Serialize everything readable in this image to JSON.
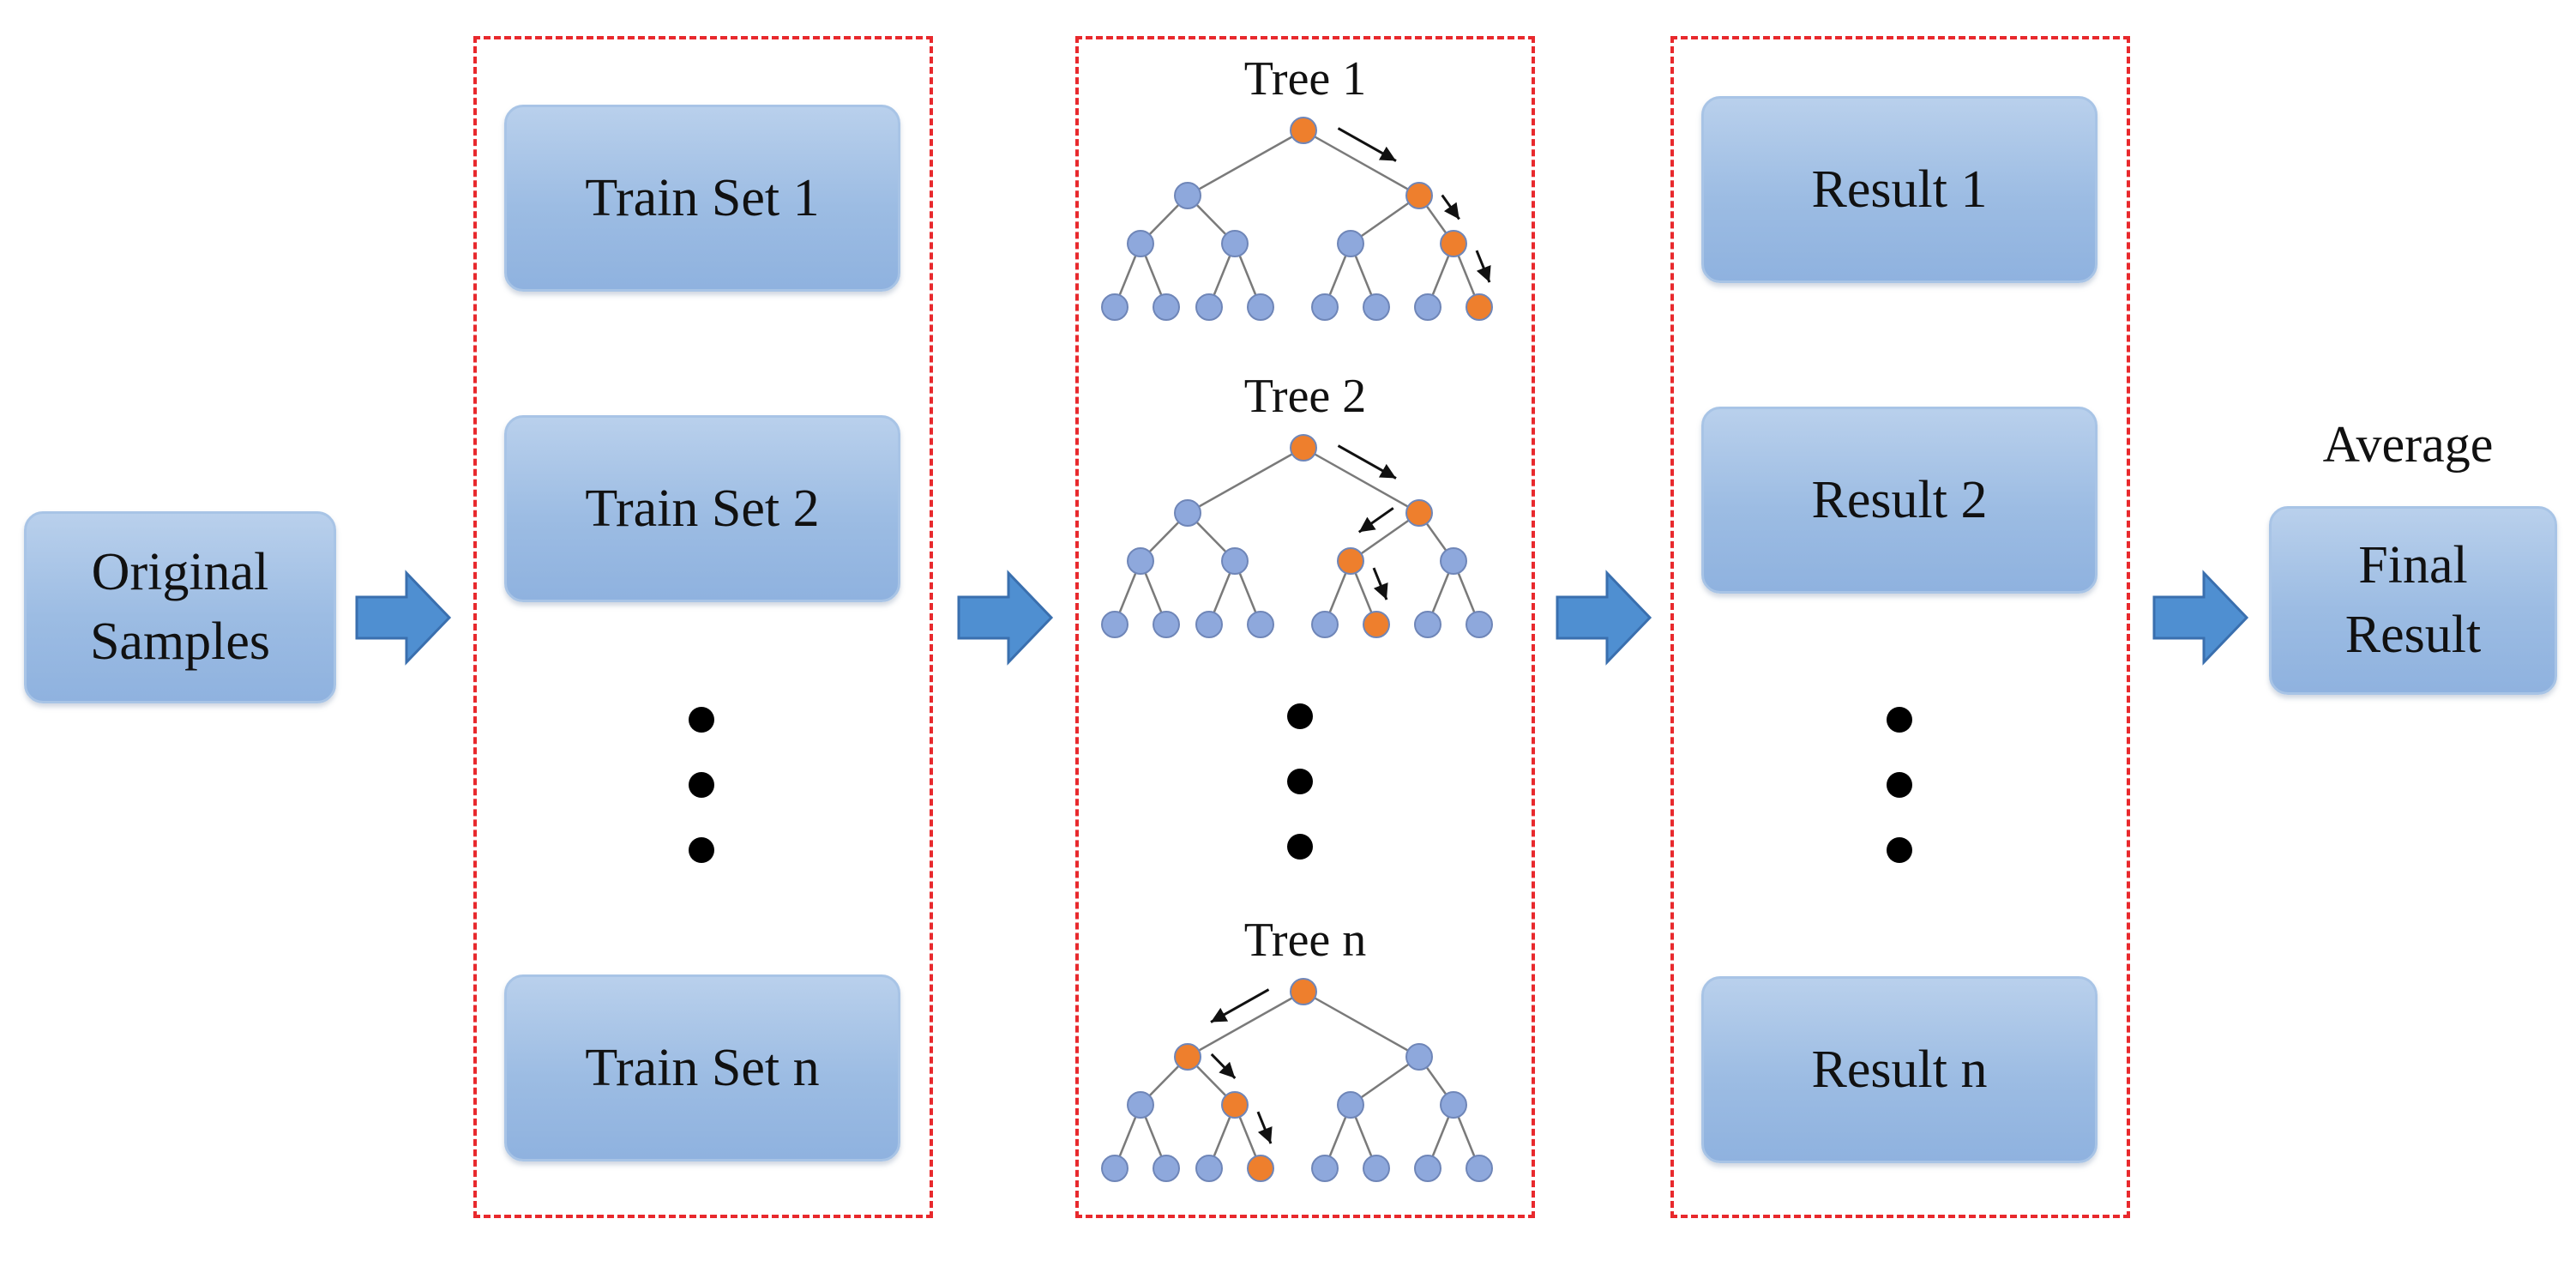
{
  "input": {
    "label": "Original\nSamples"
  },
  "train_sets": [
    {
      "label": "Train Set 1"
    },
    {
      "label": "Train Set 2"
    },
    {
      "label": "Train Set n"
    }
  ],
  "trees": [
    {
      "title": "Tree 1"
    },
    {
      "title": "Tree 2"
    },
    {
      "title": "Tree n"
    }
  ],
  "results": [
    {
      "label": "Result 1"
    },
    {
      "label": "Result 2"
    },
    {
      "label": "Result n"
    }
  ],
  "aggregation": {
    "label": "Average"
  },
  "output": {
    "label": "Final\nResult"
  },
  "colors": {
    "box_fill": "#9cbce3",
    "frame_border": "#e8292d",
    "arrow_fill": "#4f8fd1",
    "node_default": "#8ea8dc",
    "node_path": "#ee7f2d"
  },
  "icons": {
    "step_arrow": "right-arrow-icon",
    "ellipsis": "vertical-ellipsis"
  }
}
